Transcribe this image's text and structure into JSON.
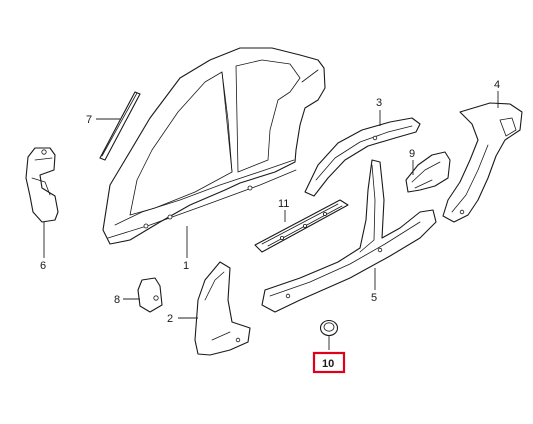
{
  "diagram": {
    "callouts": [
      {
        "id": "1",
        "label": "1"
      },
      {
        "id": "2",
        "label": "2"
      },
      {
        "id": "3",
        "label": "3"
      },
      {
        "id": "4",
        "label": "4"
      },
      {
        "id": "5",
        "label": "5"
      },
      {
        "id": "6",
        "label": "6"
      },
      {
        "id": "7",
        "label": "7"
      },
      {
        "id": "8",
        "label": "8"
      },
      {
        "id": "9",
        "label": "9"
      },
      {
        "id": "10",
        "label": "10"
      },
      {
        "id": "11",
        "label": "11"
      }
    ],
    "highlight": {
      "callout": "10",
      "color": "#e0001b"
    },
    "colors": {
      "line": "#1a1a1a",
      "background": "#ffffff"
    }
  }
}
